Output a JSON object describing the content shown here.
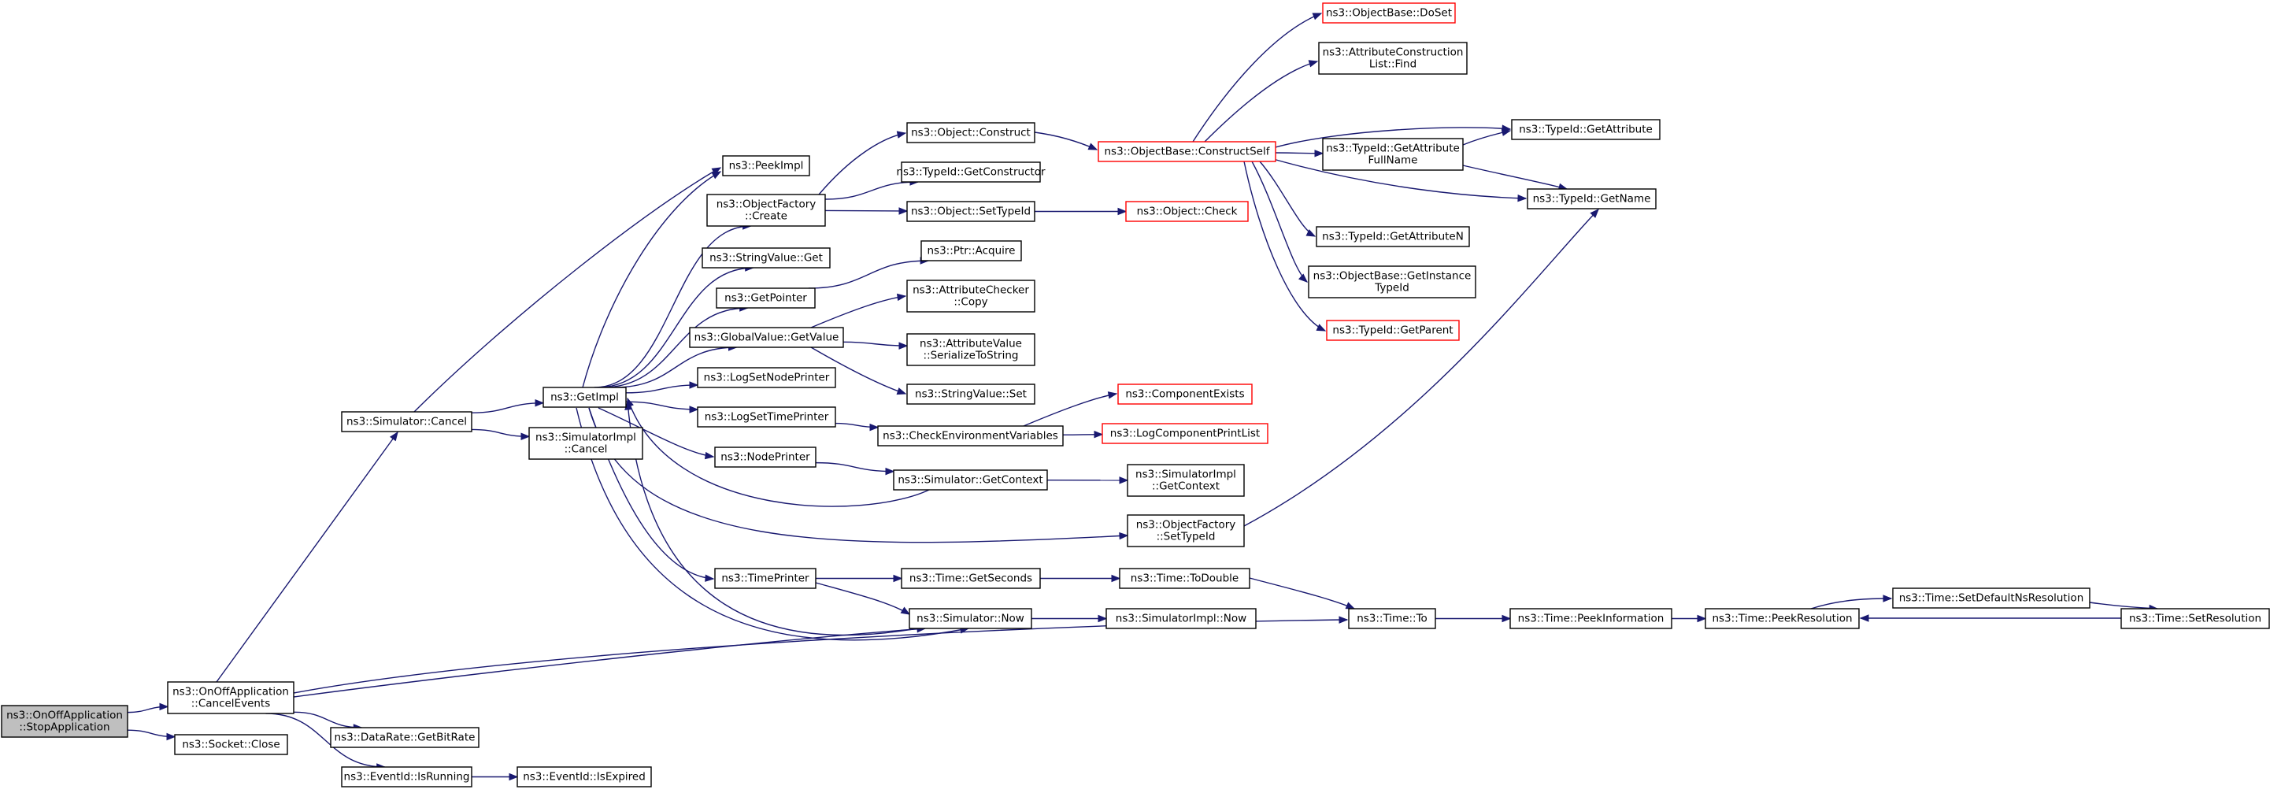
{
  "graph": {
    "nodes": [
      {
        "id": "n0",
        "lines": [
          "ns3::OnOffApplication",
          "::StopApplication"
        ]
      },
      {
        "id": "n1",
        "lines": [
          "ns3::OnOffApplication",
          "::CancelEvents"
        ]
      },
      {
        "id": "n2",
        "lines": [
          "ns3::Socket::Close"
        ]
      },
      {
        "id": "n3",
        "lines": [
          "ns3::Simulator::Cancel"
        ]
      },
      {
        "id": "n4",
        "lines": [
          "ns3::DataRate::GetBitRate"
        ]
      },
      {
        "id": "n5",
        "lines": [
          "ns3::EventId::IsRunning"
        ]
      },
      {
        "id": "n6",
        "lines": [
          "ns3::EventId::IsExpired"
        ]
      },
      {
        "id": "n7",
        "lines": [
          "ns3::GetImpl"
        ]
      },
      {
        "id": "n8",
        "lines": [
          "ns3::SimulatorImpl",
          "::Cancel"
        ]
      },
      {
        "id": "n9",
        "lines": [
          "ns3::PeekImpl"
        ]
      },
      {
        "id": "n10",
        "lines": [
          "ns3::ObjectFactory",
          "::Create"
        ]
      },
      {
        "id": "n11",
        "lines": [
          "ns3::StringValue::Get"
        ]
      },
      {
        "id": "n12",
        "lines": [
          "ns3::GetPointer"
        ]
      },
      {
        "id": "n13",
        "lines": [
          "ns3::GlobalValue::GetValue"
        ]
      },
      {
        "id": "n14",
        "lines": [
          "ns3::LogSetNodePrinter"
        ]
      },
      {
        "id": "n15",
        "lines": [
          "ns3::LogSetTimePrinter"
        ]
      },
      {
        "id": "n16",
        "lines": [
          "ns3::NodePrinter"
        ]
      },
      {
        "id": "n17",
        "lines": [
          "ns3::TimePrinter"
        ]
      },
      {
        "id": "n18",
        "lines": [
          "ns3::Object::Construct"
        ]
      },
      {
        "id": "n19",
        "lines": [
          "ns3::TypeId::GetConstructor"
        ]
      },
      {
        "id": "n20",
        "lines": [
          "ns3::Object::SetTypeId"
        ]
      },
      {
        "id": "n21",
        "lines": [
          "ns3::Ptr::Acquire"
        ]
      },
      {
        "id": "n22",
        "lines": [
          "ns3::AttributeChecker",
          "::Copy"
        ]
      },
      {
        "id": "n23",
        "lines": [
          "ns3::AttributeValue",
          "::SerializeToString"
        ]
      },
      {
        "id": "n24",
        "lines": [
          "ns3::StringValue::Set"
        ]
      },
      {
        "id": "n25",
        "lines": [
          "ns3::CheckEnvironmentVariables"
        ]
      },
      {
        "id": "n26",
        "lines": [
          "ns3::Simulator::GetContext"
        ]
      },
      {
        "id": "n27",
        "lines": [
          "ns3::Time::GetSeconds"
        ]
      },
      {
        "id": "n28",
        "lines": [
          "ns3::Simulator::Now"
        ]
      },
      {
        "id": "n29",
        "lines": [
          "ns3::ObjectBase::ConstructSelf"
        ],
        "truncated": true
      },
      {
        "id": "n30",
        "lines": [
          "ns3::Object::Check"
        ],
        "truncated": true
      },
      {
        "id": "n31",
        "lines": [
          "ns3::ComponentExists"
        ],
        "truncated": true
      },
      {
        "id": "n32",
        "lines": [
          "ns3::LogComponentPrintList"
        ],
        "truncated": true
      },
      {
        "id": "n33",
        "lines": [
          "ns3::SimulatorImpl",
          "::GetContext"
        ]
      },
      {
        "id": "n34",
        "lines": [
          "ns3::ObjectFactory",
          "::SetTypeId"
        ]
      },
      {
        "id": "n35",
        "lines": [
          "ns3::Time::ToDouble"
        ]
      },
      {
        "id": "n36",
        "lines": [
          "ns3::SimulatorImpl::Now"
        ]
      },
      {
        "id": "n37",
        "lines": [
          "ns3::Time::To"
        ]
      },
      {
        "id": "n38",
        "lines": [
          "ns3::ObjectBase::DoSet"
        ],
        "truncated": true
      },
      {
        "id": "n39",
        "lines": [
          "ns3::AttributeConstruction",
          "List::Find"
        ]
      },
      {
        "id": "n40",
        "lines": [
          "ns3::TypeId::GetAttribute",
          "FullName"
        ]
      },
      {
        "id": "n41",
        "lines": [
          "ns3::TypeId::GetAttributeN"
        ]
      },
      {
        "id": "n42",
        "lines": [
          "ns3::ObjectBase::GetInstance",
          "TypeId"
        ]
      },
      {
        "id": "n43",
        "lines": [
          "ns3::TypeId::GetParent"
        ],
        "truncated": true
      },
      {
        "id": "n44",
        "lines": [
          "ns3::TypeId::GetAttribute"
        ]
      },
      {
        "id": "n45",
        "lines": [
          "ns3::TypeId::GetName"
        ]
      },
      {
        "id": "n46",
        "lines": [
          "ns3::Time::PeekInformation"
        ]
      },
      {
        "id": "n47",
        "lines": [
          "ns3::Time::PeekResolution"
        ]
      },
      {
        "id": "n48",
        "lines": [
          "ns3::Time::SetDefaultNsResolution"
        ]
      },
      {
        "id": "n49",
        "lines": [
          "ns3::Time::SetResolution"
        ]
      }
    ],
    "edges": [
      [
        "n0",
        "n1"
      ],
      [
        "n0",
        "n2"
      ],
      [
        "n1",
        "n3"
      ],
      [
        "n1",
        "n4"
      ],
      [
        "n1",
        "n5"
      ],
      [
        "n1",
        "n28"
      ],
      [
        "n1",
        "n37"
      ],
      [
        "n3",
        "n7"
      ],
      [
        "n3",
        "n8"
      ],
      [
        "n3",
        "n9"
      ],
      [
        "n5",
        "n6"
      ],
      [
        "n7",
        "n9"
      ],
      [
        "n7",
        "n10"
      ],
      [
        "n7",
        "n11"
      ],
      [
        "n7",
        "n12"
      ],
      [
        "n7",
        "n13"
      ],
      [
        "n7",
        "n14"
      ],
      [
        "n7",
        "n15"
      ],
      [
        "n7",
        "n16"
      ],
      [
        "n7",
        "n17"
      ],
      [
        "n7",
        "n28"
      ],
      [
        "n7",
        "n34"
      ],
      [
        "n10",
        "n18"
      ],
      [
        "n10",
        "n19"
      ],
      [
        "n10",
        "n20"
      ],
      [
        "n12",
        "n21"
      ],
      [
        "n13",
        "n22"
      ],
      [
        "n13",
        "n23"
      ],
      [
        "n13",
        "n24"
      ],
      [
        "n15",
        "n25"
      ],
      [
        "n16",
        "n26"
      ],
      [
        "n17",
        "n27"
      ],
      [
        "n17",
        "n28"
      ],
      [
        "n18",
        "n29"
      ],
      [
        "n20",
        "n30"
      ],
      [
        "n25",
        "n31"
      ],
      [
        "n25",
        "n32"
      ],
      [
        "n26",
        "n7"
      ],
      [
        "n26",
        "n33"
      ],
      [
        "n27",
        "n35"
      ],
      [
        "n28",
        "n7"
      ],
      [
        "n28",
        "n36"
      ],
      [
        "n29",
        "n38"
      ],
      [
        "n29",
        "n39"
      ],
      [
        "n29",
        "n40"
      ],
      [
        "n29",
        "n41"
      ],
      [
        "n29",
        "n42"
      ],
      [
        "n29",
        "n43"
      ],
      [
        "n29",
        "n44"
      ],
      [
        "n29",
        "n45"
      ],
      [
        "n34",
        "n45"
      ],
      [
        "n35",
        "n37"
      ],
      [
        "n37",
        "n46"
      ],
      [
        "n40",
        "n44"
      ],
      [
        "n40",
        "n45"
      ],
      [
        "n46",
        "n47"
      ],
      [
        "n47",
        "n48"
      ],
      [
        "n48",
        "n49"
      ],
      [
        "n49",
        "n47"
      ]
    ]
  }
}
